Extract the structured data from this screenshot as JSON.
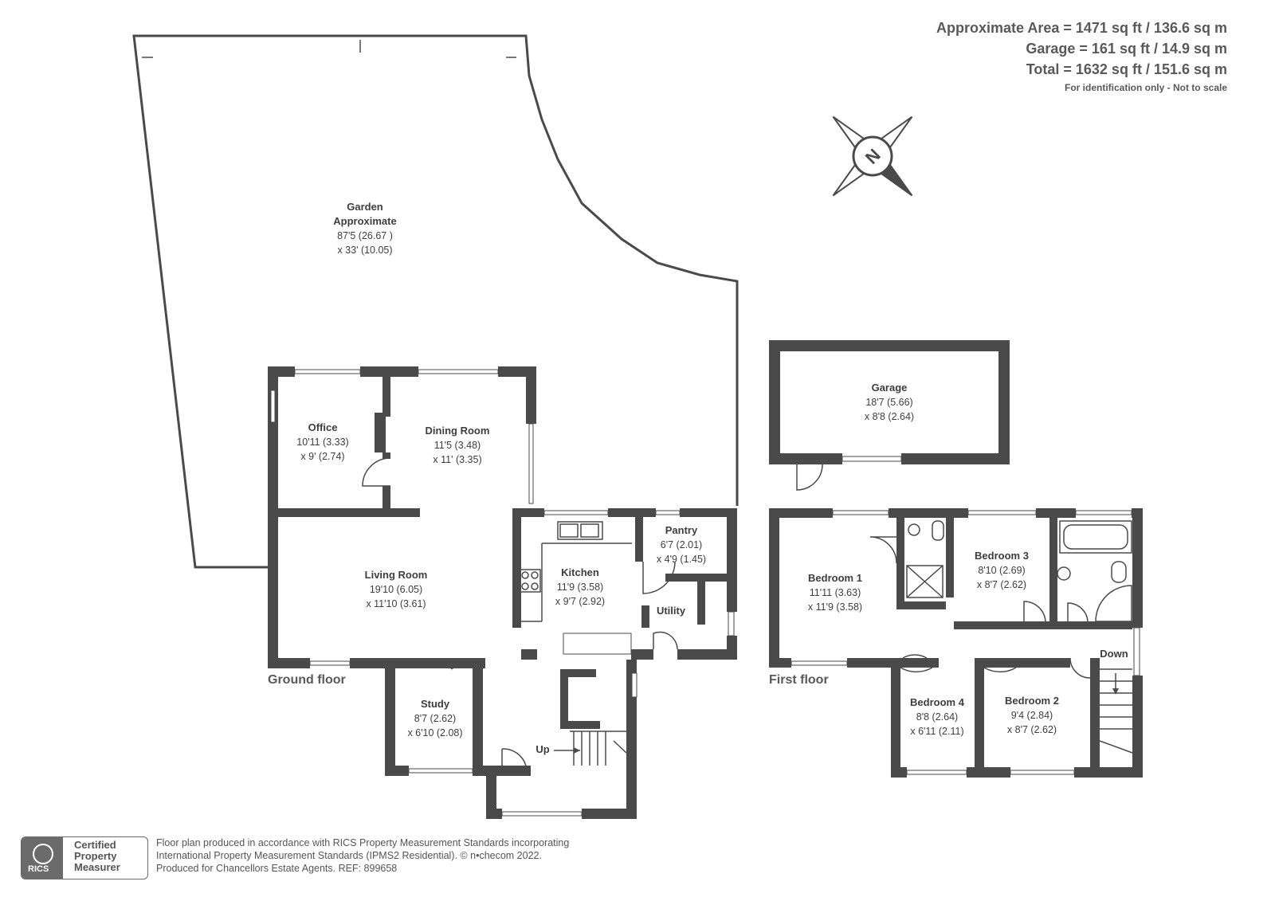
{
  "areas": {
    "approx": "Approximate Area = 1471 sq ft / 136.6 sq m",
    "garage": "Garage = 161 sq ft / 14.9 sq m",
    "total": "Total = 1632 sq ft / 151.6 sq m",
    "note": "For identification only - Not to scale"
  },
  "compass": {
    "letter": "N",
    "icon": "compass-rose-icon"
  },
  "rooms": {
    "garden": {
      "name": "Garden",
      "sub": "Approximate",
      "dim1": "87'5 (26.67 )",
      "dim2": "x 33' (10.05)"
    },
    "office": {
      "name": "Office",
      "dim1": "10'11 (3.33)",
      "dim2": "x 9' (2.74)"
    },
    "dining": {
      "name": "Dining Room",
      "dim1": "11'5 (3.48)",
      "dim2": "x 11' (3.35)"
    },
    "pantry": {
      "name": "Pantry",
      "dim1": "6'7 (2.01)",
      "dim2": "x 4'9 (1.45)"
    },
    "living": {
      "name": "Living Room",
      "dim1": "19'10 (6.05)",
      "dim2": "x 11'10 (3.61)"
    },
    "kitchen": {
      "name": "Kitchen",
      "dim1": "11'9 (3.58)",
      "dim2": "x 9'7 (2.92)"
    },
    "utility": {
      "name": "Utility"
    },
    "study": {
      "name": "Study",
      "dim1": "8'7 (2.62)",
      "dim2": "x 6'10 (2.08)"
    },
    "garage": {
      "name": "Garage",
      "dim1": "18'7 (5.66)",
      "dim2": "x 8'8 (2.64)"
    },
    "bedroom1": {
      "name": "Bedroom 1",
      "dim1": "11'11 (3.63)",
      "dim2": "x 11'9 (3.58)"
    },
    "bedroom3": {
      "name": "Bedroom 3",
      "dim1": "8'10 (2.69)",
      "dim2": "x 8'7 (2.62)"
    },
    "bedroom4": {
      "name": "Bedroom 4",
      "dim1": "8'8 (2.64)",
      "dim2": "x 6'11 (2.11)"
    },
    "bedroom2": {
      "name": "Bedroom 2",
      "dim1": "9'4 (2.84)",
      "dim2": "x 8'7 (2.62)"
    }
  },
  "stairs": {
    "up": "Up",
    "down": "Down"
  },
  "floors": {
    "ground": "Ground floor",
    "first": "First floor"
  },
  "footer": {
    "cert_line1": "Certified",
    "cert_line2": "Property",
    "cert_line3": "Measurer",
    "rics": "RICS",
    "line1": "Floor plan produced in accordance with RICS Property Measurement Standards incorporating",
    "line2": "International Property Measurement Standards (IPMS2 Residential).   © n•checom 2022.",
    "line3": "Produced for Chancellors Estate Agents.   REF: 899658"
  },
  "colors": {
    "wall": "#4a4a4a",
    "text": "#3d3d3d",
    "header": "#595959"
  }
}
